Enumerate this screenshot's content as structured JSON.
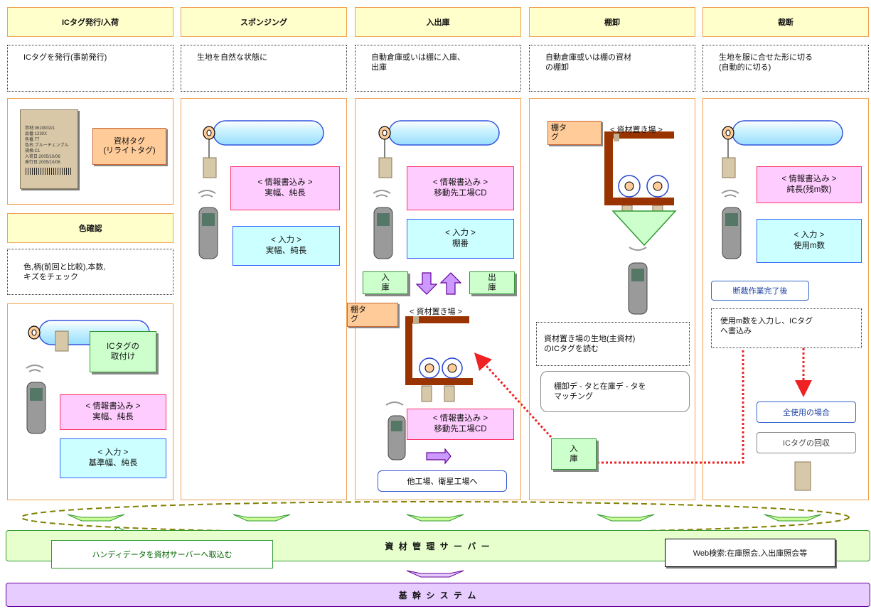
{
  "columns": {
    "c1": {
      "header": "ICタグ発行/入荷",
      "desc": "ICタグを発行(事前発行)"
    },
    "c2": {
      "header": "スポンジング",
      "desc": "生地を自然な状態に"
    },
    "c3": {
      "header": "入出庫",
      "desc": "自動倉庫或いは棚に入庫、\n出庫"
    },
    "c4": {
      "header": "棚卸",
      "desc": "自動倉庫或いは棚の資材\nの棚卸"
    },
    "c5": {
      "header": "裁断",
      "desc": "生地を服に合せた形に切る\n(自動的に切る)"
    }
  },
  "col1": {
    "tag_callout": "資材タグ\n(リライトタグ)",
    "tag_card_text": "資材:0610002/1\n品番:1230X\n色番:77\n色名:ブルーチェンブル\n規格:C1\n入荷日:2005/10/06\n発行日:2005/10/06",
    "color_check_header": "色確認",
    "color_check_desc": "色,柄(前回と比較),本数,\nキズをチェック",
    "attach_label": "ICタグの\n取付け",
    "write_info": "< 情報書込み >\n実幅、純長",
    "input_info": "< 入力 >\n基準幅、純長"
  },
  "col2": {
    "write_info": "< 情報書込み >\n実幅、純長",
    "input_info": "< 入力 >\n実幅、純長"
  },
  "col3": {
    "write_info": "< 情報書込み >\n移動先工場CD",
    "input_info": "< 入力 >\n棚番",
    "in_label": "入\n庫",
    "out_label": "出\n庫",
    "shelf_tag": "棚タ\nグ",
    "storage_label": "< 資材置き場 >",
    "write_info2": "< 情報書込み >\n移動先工場CD",
    "transfer": "他工場、衛星工場へ"
  },
  "col4": {
    "shelf_tag": "棚タ\nグ",
    "storage_label": "< 資材置き場 >",
    "read_note": "資材置き場の生地(主資材)\nのICタグを読む",
    "match_note": "棚卸デ - タと在庫デ - タを\nマッチング",
    "in_label": "入\n庫"
  },
  "col5": {
    "write_info": "< 情報書込み >\n純長(残m数)",
    "input_info": "< 入力 >\n使用m数",
    "after_cut": "断裁作業完了後",
    "usage_note": "使用m数を入力し、ICタグ\nへ書込み",
    "all_used": "全使用の場合",
    "recover": "ICタグの回収"
  },
  "server": {
    "title": "資 材 管 理 サ ー バ ー",
    "import": "ハンディデータを資材サーバーへ取込む",
    "web": "Web検索:在庫照会,入出庫照会等"
  },
  "core": {
    "title": "基 幹 シ ス テ ム"
  },
  "colors": {
    "header_bg": "#ffffcc",
    "header_border": "#f0a050",
    "server_bg": "#e6ffcc",
    "core_bg": "#e6ccff",
    "shelf": "#993300",
    "arrow_red": "#ee2222"
  }
}
